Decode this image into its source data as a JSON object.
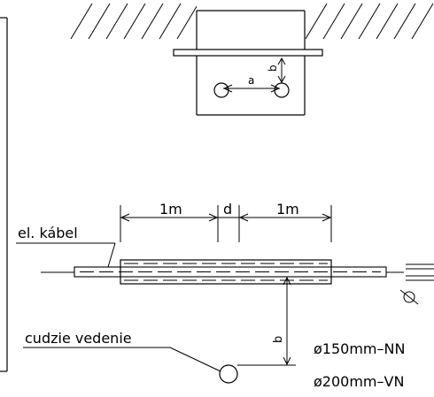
{
  "labels": {
    "a": "a",
    "b_top": "b",
    "dim_1m_left": "1m",
    "dim_d": "d",
    "dim_1m_right": "1m",
    "el_kabel": "el. kábel",
    "cudzie_vedenie": "cudzie vedenie",
    "b_bottom": "b",
    "diam_150": "ø150mm–NN",
    "diam_200": "ø200mm–VN"
  }
}
